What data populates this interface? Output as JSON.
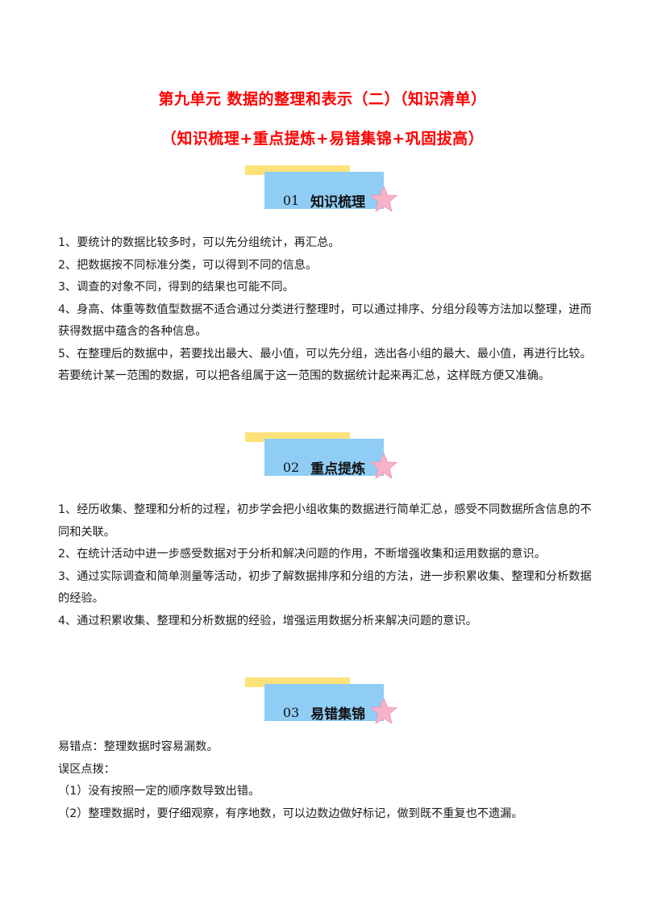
{
  "document": {
    "title": "第九单元  数据的整理和表示（二）（知识清单）",
    "subtitle": "（知识梳理+重点提炼+易错集锦+巩固拔高）",
    "colors": {
      "title": "#ff0000",
      "header_yellow": "#fde27a",
      "header_blue": "#8fcdf5",
      "star_pink": "#f7b3c8"
    },
    "sections": [
      {
        "number": "01",
        "name": "知识梳理",
        "items": [
          "1、要统计的数据比较多时，可以先分组统计，再汇总。",
          "2、把数据按不同标准分类，可以得到不同的信息。",
          "3、调查的对象不同，得到的结果也可能不同。",
          "4、身高、体重等数值型数据不适合通过分类进行整理时，可以通过排序、分组分段等方法加以整理，进而获得数据中蕴含的各种信息。",
          "5、在整理后的数据中，若要找出最大、最小值，可以先分组，选出各小组的最大、最小值，再进行比较。若要统计某一范围的数据，可以把各组属于这一范围的数据统计起来再汇总，这样既方便又准确。"
        ]
      },
      {
        "number": "02",
        "name": "重点提炼",
        "items": [
          "1、经历收集、整理和分析的过程，初步学会把小组收集的数据进行简单汇总，感受不同数据所含信息的不同和关联。",
          "2、在统计活动中进一步感受数据对于分析和解决问题的作用，不断增强收集和运用数据的意识。",
          "3、通过实际调查和简单测量等活动，初步了解数据排序和分组的方法，进一步积累收集、整理和分析数据的经验。",
          "4、通过积累收集、整理和分析数据的经验，增强运用数据分析来解决问题的意识。"
        ]
      },
      {
        "number": "03",
        "name": "易错集锦",
        "items": [
          "易错点：整理数据时容易漏数。",
          "误区点拨：",
          "（1）没有按照一定的顺序数导致出错。",
          "（2）整理数据时，要仔细观察，有序地数，可以边数边做好标记，做到既不重复也不遗漏。"
        ]
      }
    ]
  }
}
